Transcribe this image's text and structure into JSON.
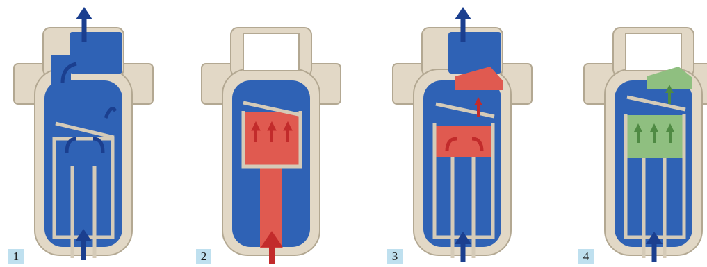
{
  "panels": [
    {
      "number": "1",
      "state": "condensate-discharge"
    },
    {
      "number": "2",
      "state": "steam-enters-bucket"
    },
    {
      "number": "3",
      "state": "steam-vents-through-hole"
    },
    {
      "number": "4",
      "state": "air-vents-through-hole"
    }
  ],
  "colors": {
    "body_metal": "#e2d8c6",
    "body_outline": "#b3a892",
    "condensate": "#2f62b5",
    "steam": "#e05a50",
    "air": "#8fbf80",
    "arrow_blue": "#1b3f8f",
    "arrow_red": "#c22b2b",
    "arrow_green": "#4f8a43",
    "label_bg": "#bfe0ef"
  },
  "icons": [
    "arrow-up-icon",
    "curved-arrow-icon"
  ]
}
